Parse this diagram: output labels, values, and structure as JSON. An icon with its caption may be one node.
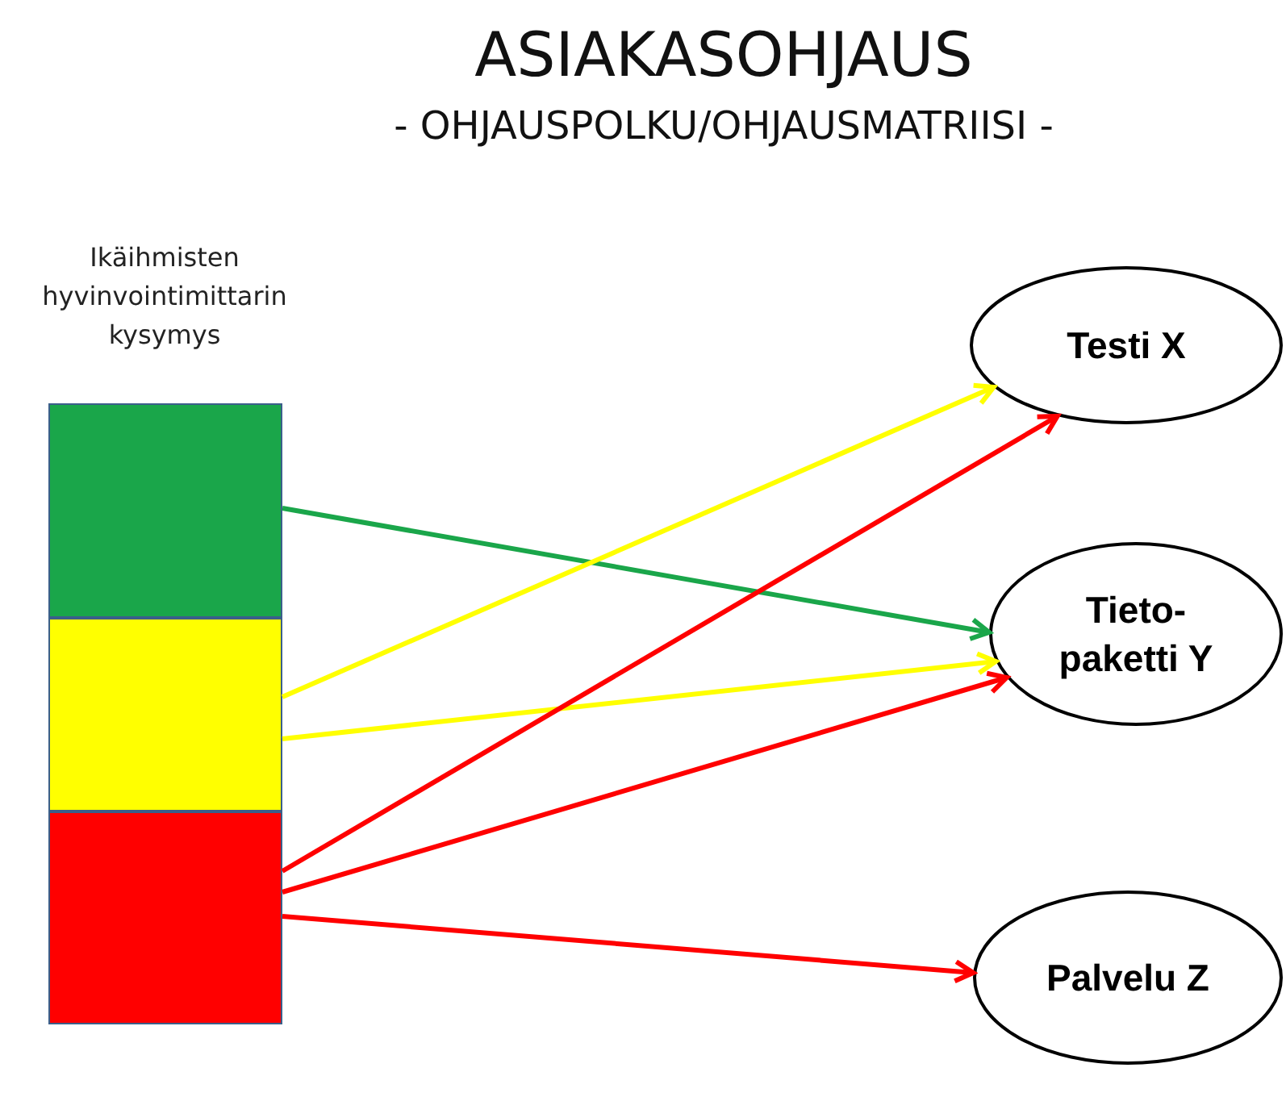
{
  "diagram": {
    "title": "ASIAKASOHJAUS",
    "nodes": [
      {
        "text": [],
        "shape": "box"
      },
      {
        "text": [],
        "shape": "box"
      },
      {
        "text": [],
        "shape": "box"
      },
      {
        "text": [
          "Testi X"
        ]
      },
      {
        "text": [
          "Tieto-paketti Y"
        ]
      },
      {
        "text": [
          "Palvelu Z"
        ]
      }
    ],
    "edges": [
      {
        "from": 0,
        "to": 4,
        "arrow": "to",
        "color": "#1aa64a"
      },
      {
        "from": 1,
        "to": 3,
        "arrow": "to",
        "color": "#ffff00"
      },
      {
        "from": 1,
        "to": 4,
        "arrow": "to",
        "color": "#ffff00"
      },
      {
        "from": 2,
        "to": 3,
        "arrow": "to"
      },
      {
        "from": 2,
        "to": 4,
        "arrow": "to"
      },
      {
        "from": 2,
        "to": 5,
        "arrow": "to"
      }
    ],
    "labels": [
      "- OHJAUSPOLKU/OHJAUSMATRIISI -",
      "Ikäihmisten hyvinvointimittarin kysymys"
    ]
  }
}
